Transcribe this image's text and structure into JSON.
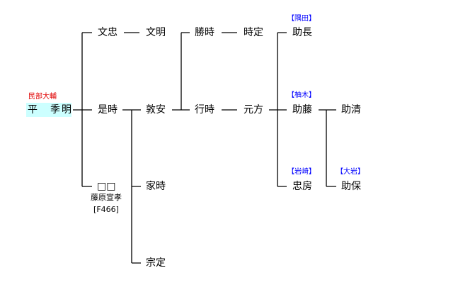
{
  "root": {
    "title": "民部大輔",
    "name": "平　季明"
  },
  "persons": {
    "bunchu": "文忠",
    "bunmei": "文明",
    "katsutoki": "勝時",
    "tokisada": "時定",
    "sukenaga": "助長",
    "koretoki": "是時",
    "atsuyasu": "敦安",
    "yukitoki": "行時",
    "motokata": "元方",
    "sukefuji": "助藤",
    "sukekiyo": "助清",
    "unknown": "□□",
    "ietoki": "家時",
    "tadafusa": "忠房",
    "sukeyasu": "助保",
    "munesada": "宗定"
  },
  "notes": {
    "unknown_line1": "藤原宣孝",
    "unknown_line2": "[F466]"
  },
  "clans": {
    "sukenaga": "【隅田】",
    "sukefuji": "【柚木】",
    "tadafusa": "【岩崎】",
    "sukeyasu": "【大岩】"
  }
}
